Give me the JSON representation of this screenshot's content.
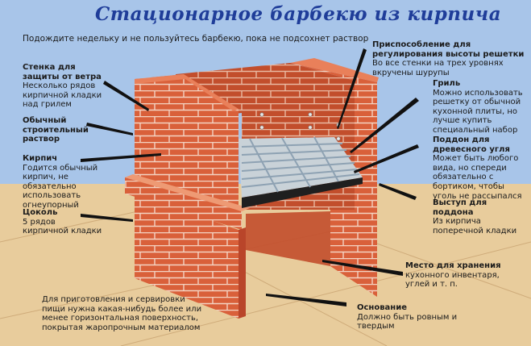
{
  "title": "Стационарное барбекю из кирпича",
  "subtitle": "Подождите недельку и не пользуйтесь барбекю, пока не подсохнет раствор",
  "colors": {
    "sky": "#a8c5e9",
    "floor": "#e8cc9c",
    "brick": "#d9603a",
    "mortar": "#f3d3c2",
    "title": "#1f3d99",
    "grill": "#b7c2c9",
    "pointer": "#111111"
  },
  "callouts": {
    "wind_wall": {
      "heading": "Стенка для защиты от ветра",
      "body": "Несколько рядов кирпичной кладки над грилем"
    },
    "mortar": {
      "heading": "Обычный строительный раствор",
      "body": ""
    },
    "brick": {
      "heading": "Кирпич",
      "body": "Годится обычный кирпич, не обязательно использовать огнеупорный"
    },
    "plinth": {
      "heading": "Цоколь",
      "body": "5 рядов кирпичной кладки"
    },
    "height_adjust": {
      "heading": "Приспособление для регулирования высоты решетки",
      "body": "Во все стенки на трех уровнях вкручены шурупы"
    },
    "grill": {
      "heading": "Гриль",
      "body": "Можно использовать решетку от обычной кухонной плиты, но лучше купить специальный набор"
    },
    "charcoal_tray": {
      "heading": "Поддон для древесного угля",
      "body": "Может быть любого вида, но спереди обязательно с бортиком, чтобы уголь не рассыпался"
    },
    "tray_ledge": {
      "heading": "Выступ для поддона",
      "body": "Из кирпича поперечной кладки"
    },
    "storage": {
      "heading": "Место для хранения",
      "body": "кухонного инвентаря, углей и т. п."
    },
    "base": {
      "heading": "Основание",
      "body": "Должно быть ровным и твердым"
    },
    "worktop_note": {
      "heading": "",
      "body": "Для приготовления и сервировки пищи нужна какая-нибудь более или менее горизонтальная поверхность, покрытая жаропрочным материалом"
    }
  }
}
